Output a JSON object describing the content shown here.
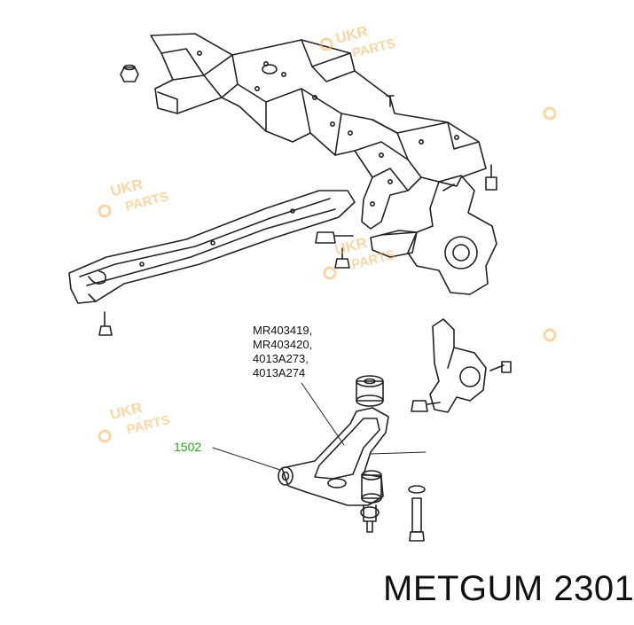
{
  "diagram": {
    "part_codes": [
      "MR403419,",
      "MR403420,",
      "4013A273,",
      "4013A274"
    ],
    "reference_number": "1502"
  },
  "watermark": {
    "word_top": "UKR",
    "word_bottom": "PARTS",
    "color": "#f4b45a",
    "icon": "gear-icon"
  },
  "caption": {
    "brand": "METGUM",
    "part_number": "2301",
    "text": "METGUM 2301"
  },
  "colors": {
    "line": "#222222",
    "reference": "#2aa51c"
  }
}
